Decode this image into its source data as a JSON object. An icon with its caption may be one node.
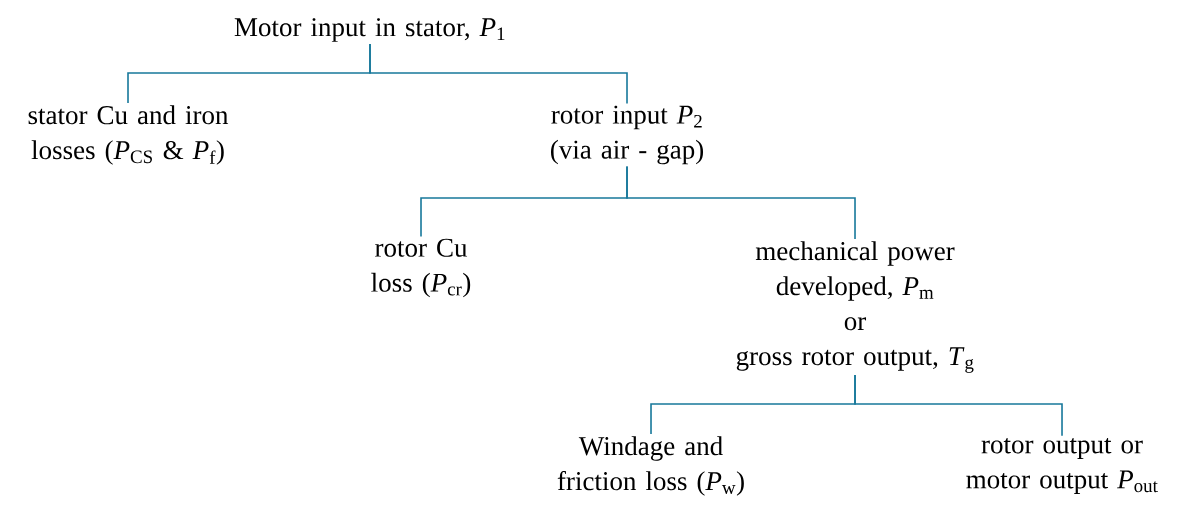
{
  "diagram": {
    "nodes": [
      {
        "text": [
          "Motor input in stator, *P*$_{1}$"
        ]
      },
      {
        "text": [
          "stator Cu and iron losses (*P*$_{CS}$ & *P*$_{f}$)"
        ]
      },
      {
        "text": [
          "rotor input *P*$_{2}$ (via air - gap)"
        ]
      },
      {
        "text": [
          "rotor Cu loss (*P*$_{cr}$)"
        ]
      },
      {
        "text": [
          "mechanical power developed, *P*$_{m}$",
          "or",
          "gross rotor output, *T*$_{g}$"
        ]
      },
      {
        "text": [
          "Windage and friction loss (*P*$_{w}$)"
        ]
      },
      {
        "text": [
          "rotor output or motor output *P*$_{out}$"
        ]
      }
    ],
    "edges": [
      {
        "from": 0,
        "to": 1,
        "arrow": "none"
      },
      {
        "from": 0,
        "to": 2,
        "arrow": "none"
      },
      {
        "from": 2,
        "to": 3,
        "arrow": "none"
      },
      {
        "from": 2,
        "to": 4,
        "arrow": "none"
      },
      {
        "from": 4,
        "to": 5,
        "arrow": "none"
      },
      {
        "from": 4,
        "to": 6,
        "arrow": "none"
      }
    ]
  }
}
